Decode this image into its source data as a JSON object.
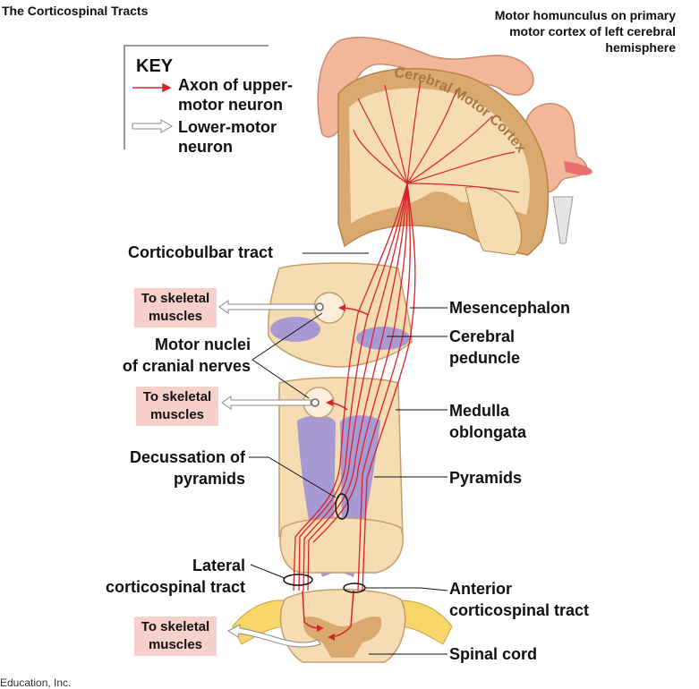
{
  "title": "The Corticospinal Tracts",
  "homunculus_caption": {
    "line1": "Motor homunculus on primary",
    "line2": "motor cortex of left cerebral",
    "line3": "hemisphere"
  },
  "cortex_label": "Cerebral Motor Cortex",
  "key": {
    "title": "KEY",
    "upper_line1": "Axon of upper-",
    "upper_line2": "motor neuron",
    "lower_line1": "Lower-motor",
    "lower_line2": "neuron"
  },
  "labels": {
    "corticobulbar": "Corticobulbar tract",
    "mesencephalon": "Mesencephalon",
    "cerebral_peduncle_1": "Cerebral",
    "cerebral_peduncle_2": "peduncle",
    "motor_nuclei_1": "Motor nuclei",
    "motor_nuclei_2": "of cranial nerves",
    "medulla_1": "Medulla",
    "medulla_2": "oblongata",
    "decussation_1": "Decussation of",
    "decussation_2": "pyramids",
    "pyramids": "Pyramids",
    "lateral_1": "Lateral",
    "lateral_2": "corticospinal tract",
    "anterior_1": "Anterior",
    "anterior_2": "corticospinal tract",
    "spinal_cord": "Spinal cord"
  },
  "skeletal_boxes": [
    {
      "line1": "To skeletal",
      "line2": "muscles"
    },
    {
      "line1": "To skeletal",
      "line2": "muscles"
    },
    {
      "line1": "To skeletal",
      "line2": "muscles"
    }
  ],
  "footer": "Education, Inc.",
  "colors": {
    "axon_red": "#d8232a",
    "tissue_tan": "#f5dcb2",
    "tissue_dark": "#d9a970",
    "tract_lavender": "#a79ad4",
    "skin": "#f2b79a",
    "nerve_yellow": "#f7d66a",
    "box_pink": "#f7d0cb"
  }
}
